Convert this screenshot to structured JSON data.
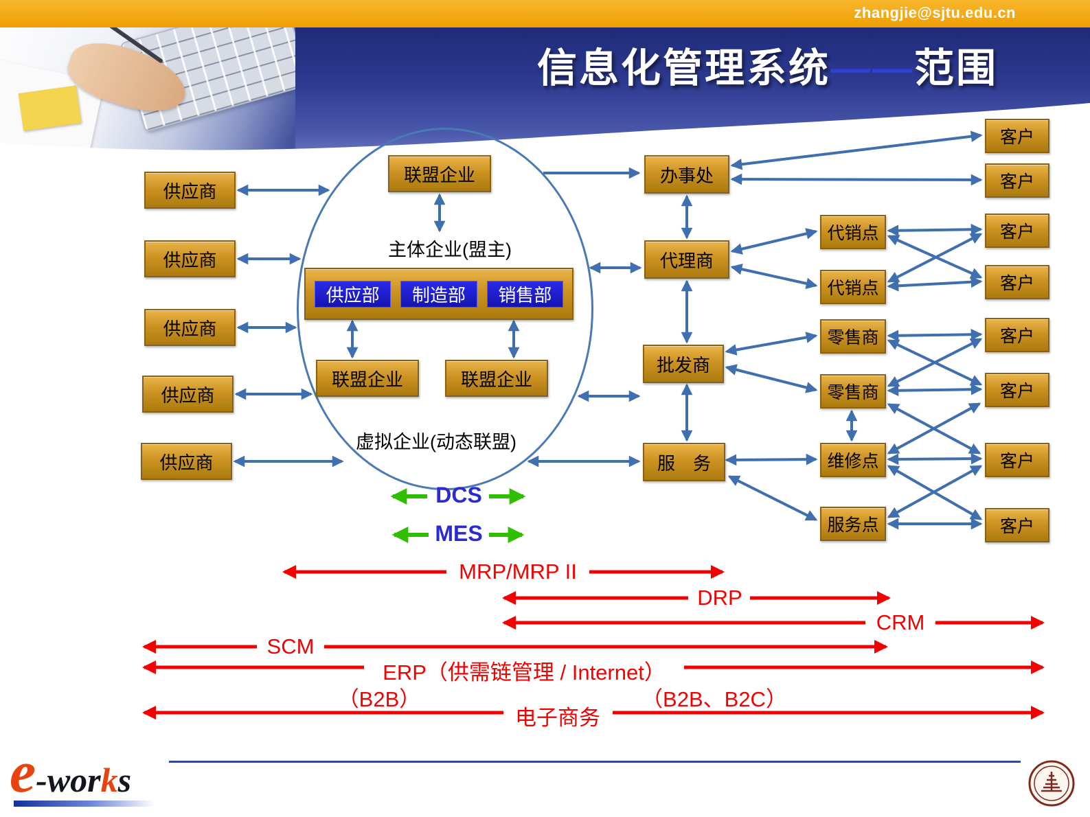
{
  "topbar": {
    "email": "zhangjie@sjtu.edu.cn"
  },
  "header": {
    "title_left": "信息化管理系统",
    "title_dash": "——",
    "title_right": "范围"
  },
  "diagram": {
    "supplier_label": "供应商",
    "alliance_label": "联盟企业",
    "main_enterprise_label": "主体企业(盟主)",
    "departments": [
      "供应部",
      "制造部",
      "销售部"
    ],
    "virtual_label": "虚拟企业(动态联盟)",
    "office_label": "办事处",
    "agent_label": "代理商",
    "wholesaler_label": "批发商",
    "service_label": "服　务",
    "consignment_label": "代销点",
    "retailer_label": "零售商",
    "repair_label": "维修点",
    "service_point_label": "服务点",
    "customer_label": "客户"
  },
  "systems": {
    "dcs": "DCS",
    "mes": "MES",
    "mrp": "MRP/MRP II",
    "drp": "DRP",
    "crm": "CRM",
    "scm": "SCM",
    "erp": "ERP（供需链管理 / Internet）",
    "b2b": "（B2B）",
    "b2b_b2c": "（B2B、B2C）",
    "ecommerce": "电子商务"
  },
  "footer": {
    "logo": {
      "e": "e",
      "rest1": "-wor",
      "k": "k",
      "rest2": "s"
    }
  }
}
